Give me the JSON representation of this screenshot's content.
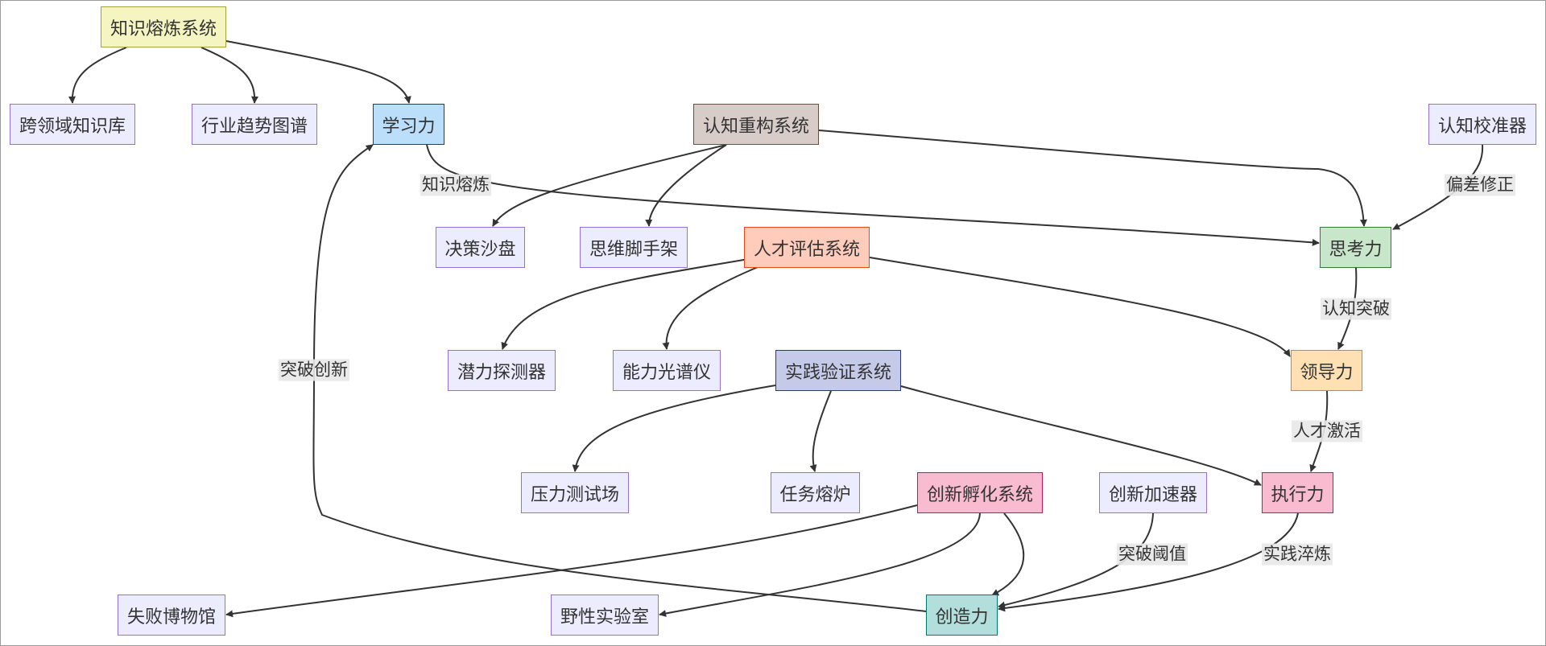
{
  "palette": {
    "default_fill": "#ECECFF",
    "default_stroke": "#9370DB",
    "edge": "#333333",
    "label_bg": "#E8E8E8"
  },
  "nodes": {
    "knowledge_system": {
      "label": "知识熔炼系统",
      "fill": "#F5F5C2",
      "stroke": "#A3A33A"
    },
    "cross_domain_kb": {
      "label": "跨领域知识库"
    },
    "industry_trend_map": {
      "label": "行业趋势图谱"
    },
    "learning": {
      "label": "学习力",
      "fill": "#BBDEFB",
      "stroke": "#1E3A8A"
    },
    "cognitive_system": {
      "label": "认知重构系统",
      "fill": "#D7CCC8",
      "stroke": "#6D4C41"
    },
    "cognitive_calibrator": {
      "label": "认知校准器"
    },
    "decision_sandbox": {
      "label": "决策沙盘"
    },
    "thinking_scaffold": {
      "label": "思维脚手架"
    },
    "talent_system": {
      "label": "人才评估系统",
      "fill": "#FFCCBC",
      "stroke": "#E64A19"
    },
    "thinking": {
      "label": "思考力",
      "fill": "#C8E6C9",
      "stroke": "#2E7D32"
    },
    "potential_detector": {
      "label": "潜力探测器"
    },
    "ability_spectrometer": {
      "label": "能力光谱仪"
    },
    "practice_system": {
      "label": "实践验证系统",
      "fill": "#C5CAE9",
      "stroke": "#283593"
    },
    "leadership": {
      "label": "领导力",
      "fill": "#FFE0B2",
      "stroke": "#F57C00"
    },
    "stress_test": {
      "label": "压力测试场"
    },
    "task_furnace": {
      "label": "任务熔炉"
    },
    "innovation_system": {
      "label": "创新孵化系统",
      "fill": "#F8BBD0",
      "stroke": "#C2185B"
    },
    "innovation_accelerator": {
      "label": "创新加速器"
    },
    "execution": {
      "label": "执行力",
      "fill": "#F8BBD0",
      "stroke": "#C2185B"
    },
    "failure_museum": {
      "label": "失败博物馆"
    },
    "wild_lab": {
      "label": "野性实验室"
    },
    "creativity": {
      "label": "创造力",
      "fill": "#B2DFDB",
      "stroke": "#00796B"
    }
  },
  "edges": [
    {
      "from": "knowledge_system",
      "to": "cross_domain_kb"
    },
    {
      "from": "knowledge_system",
      "to": "industry_trend_map"
    },
    {
      "from": "knowledge_system",
      "to": "learning"
    },
    {
      "from": "learning",
      "to": "thinking",
      "label": "知识熔炼"
    },
    {
      "from": "cognitive_system",
      "to": "decision_sandbox"
    },
    {
      "from": "cognitive_system",
      "to": "thinking_scaffold"
    },
    {
      "from": "cognitive_system",
      "to": "thinking"
    },
    {
      "from": "cognitive_calibrator",
      "to": "thinking",
      "label": "偏差修正"
    },
    {
      "from": "thinking",
      "to": "leadership",
      "label": "认知突破"
    },
    {
      "from": "talent_system",
      "to": "potential_detector"
    },
    {
      "from": "talent_system",
      "to": "ability_spectrometer"
    },
    {
      "from": "talent_system",
      "to": "leadership"
    },
    {
      "from": "leadership",
      "to": "execution",
      "label": "人才激活"
    },
    {
      "from": "practice_system",
      "to": "stress_test"
    },
    {
      "from": "practice_system",
      "to": "task_furnace"
    },
    {
      "from": "practice_system",
      "to": "execution"
    },
    {
      "from": "innovation_system",
      "to": "failure_museum"
    },
    {
      "from": "innovation_system",
      "to": "wild_lab"
    },
    {
      "from": "innovation_system",
      "to": "creativity"
    },
    {
      "from": "innovation_accelerator",
      "to": "creativity",
      "label": "突破阈值"
    },
    {
      "from": "execution",
      "to": "creativity",
      "label": "实践淬炼"
    },
    {
      "from": "creativity",
      "to": "learning",
      "label": "突破创新"
    }
  ]
}
